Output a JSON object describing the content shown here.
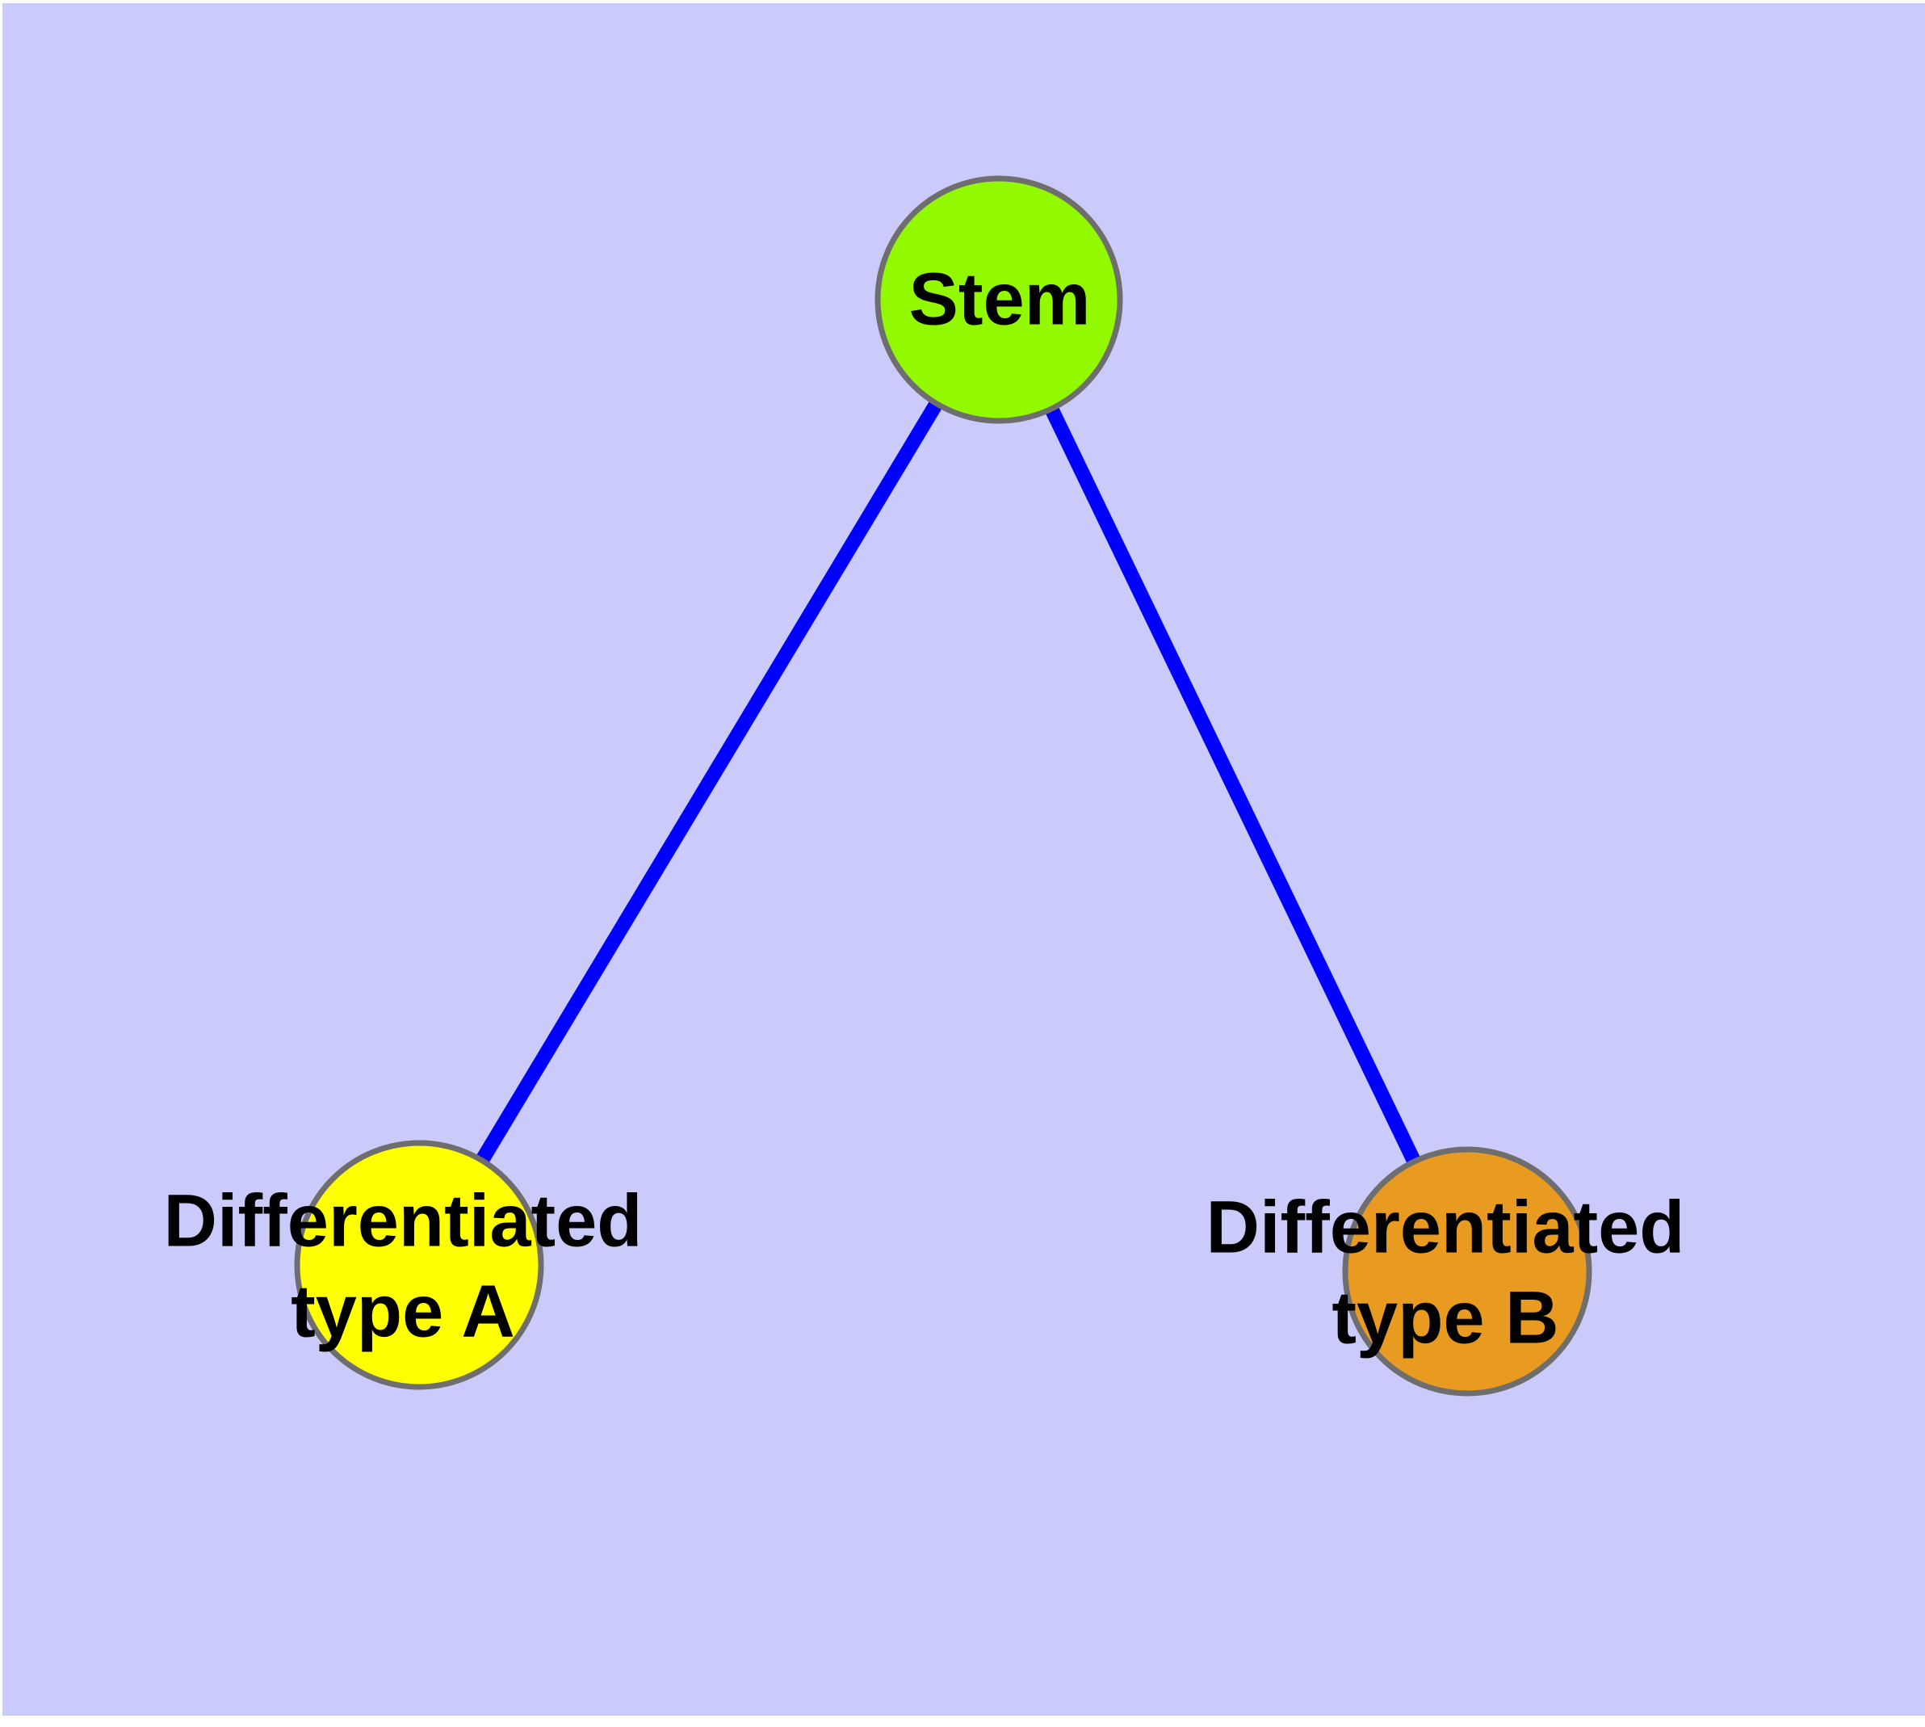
{
  "diagram": {
    "type": "graph",
    "description": "Stem cell differentiation tree: one stem node with two differentiated child nodes",
    "page_margin_color": "#FFFFFF",
    "background_color": "#CBCBFB",
    "label_color": "#000000",
    "node_border_color": "#6E6E6E",
    "edge_color": "#0000FF",
    "nodes": {
      "stem": {
        "id": "stem",
        "label": "Stem",
        "fill": "#93F900"
      },
      "type_a": {
        "id": "differentiated-type-a",
        "label_line1": "Differentiated",
        "label_line2": "type A",
        "fill": "#FFFF00"
      },
      "type_b": {
        "id": "differentiated-type-b",
        "label_line1": "Differentiated",
        "label_line2": "type B",
        "fill": "#E89B20"
      }
    },
    "edges": [
      {
        "from": "stem",
        "to": "differentiated-type-a"
      },
      {
        "from": "stem",
        "to": "differentiated-type-b"
      }
    ]
  }
}
